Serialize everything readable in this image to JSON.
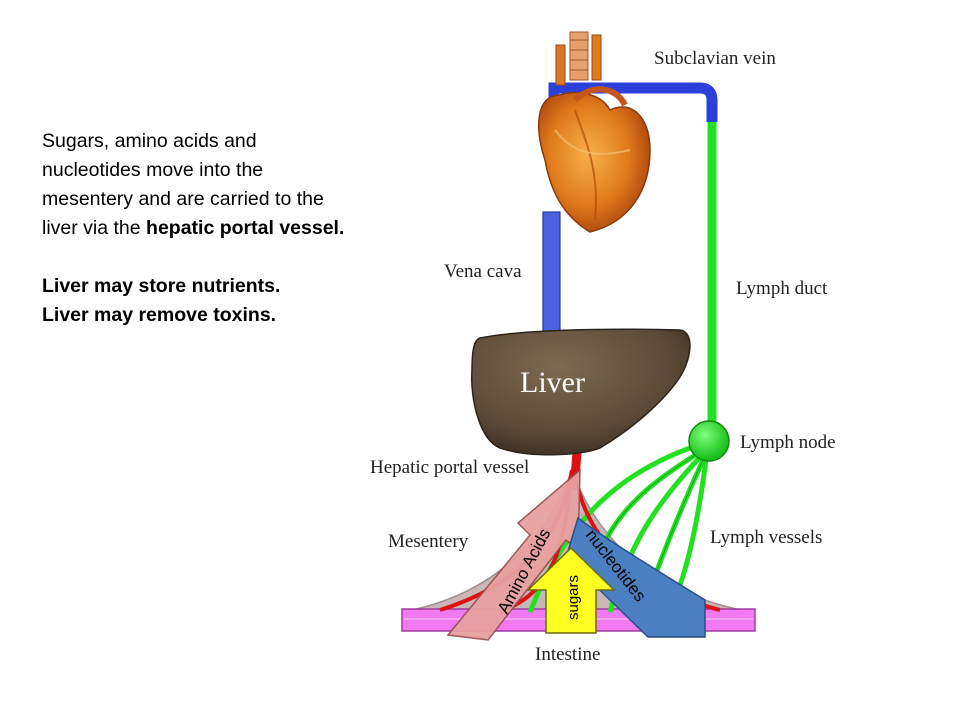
{
  "description": {
    "para1_before": "Sugars, amino acids and nucleotides move into the mesentery and are carried to the liver via the ",
    "para1_bold": "hepatic portal vessel.",
    "line2": "Liver may store nutrients.",
    "line3": "Liver may remove toxins."
  },
  "labels": {
    "subclavian_vein": "Subclavian vein",
    "vena_cava": "Vena cava",
    "lymph_duct": "Lymph duct",
    "liver": "Liver",
    "lymph_node": "Lymph node",
    "hepatic_portal_vessel": "Hepatic portal vessel",
    "mesentery": "Mesentery",
    "lymph_vessels": "Lymph vessels",
    "intestine": "Intestine"
  },
  "arrows": {
    "amino_acids": "Amino Acids",
    "sugars": "sugars",
    "nucleotides": "nucleotides"
  },
  "colors": {
    "vein_blue": "#2b3fd9",
    "lymph_green": "#22e022",
    "artery_red": "#dd1111",
    "liver_brown": "#5e4e3c",
    "intestine_pink": "#f07af0",
    "amino_arrow": "#e8a0a0",
    "sugar_arrow": "#ffff22",
    "nucleotide_arrow": "#4a7fc1"
  }
}
